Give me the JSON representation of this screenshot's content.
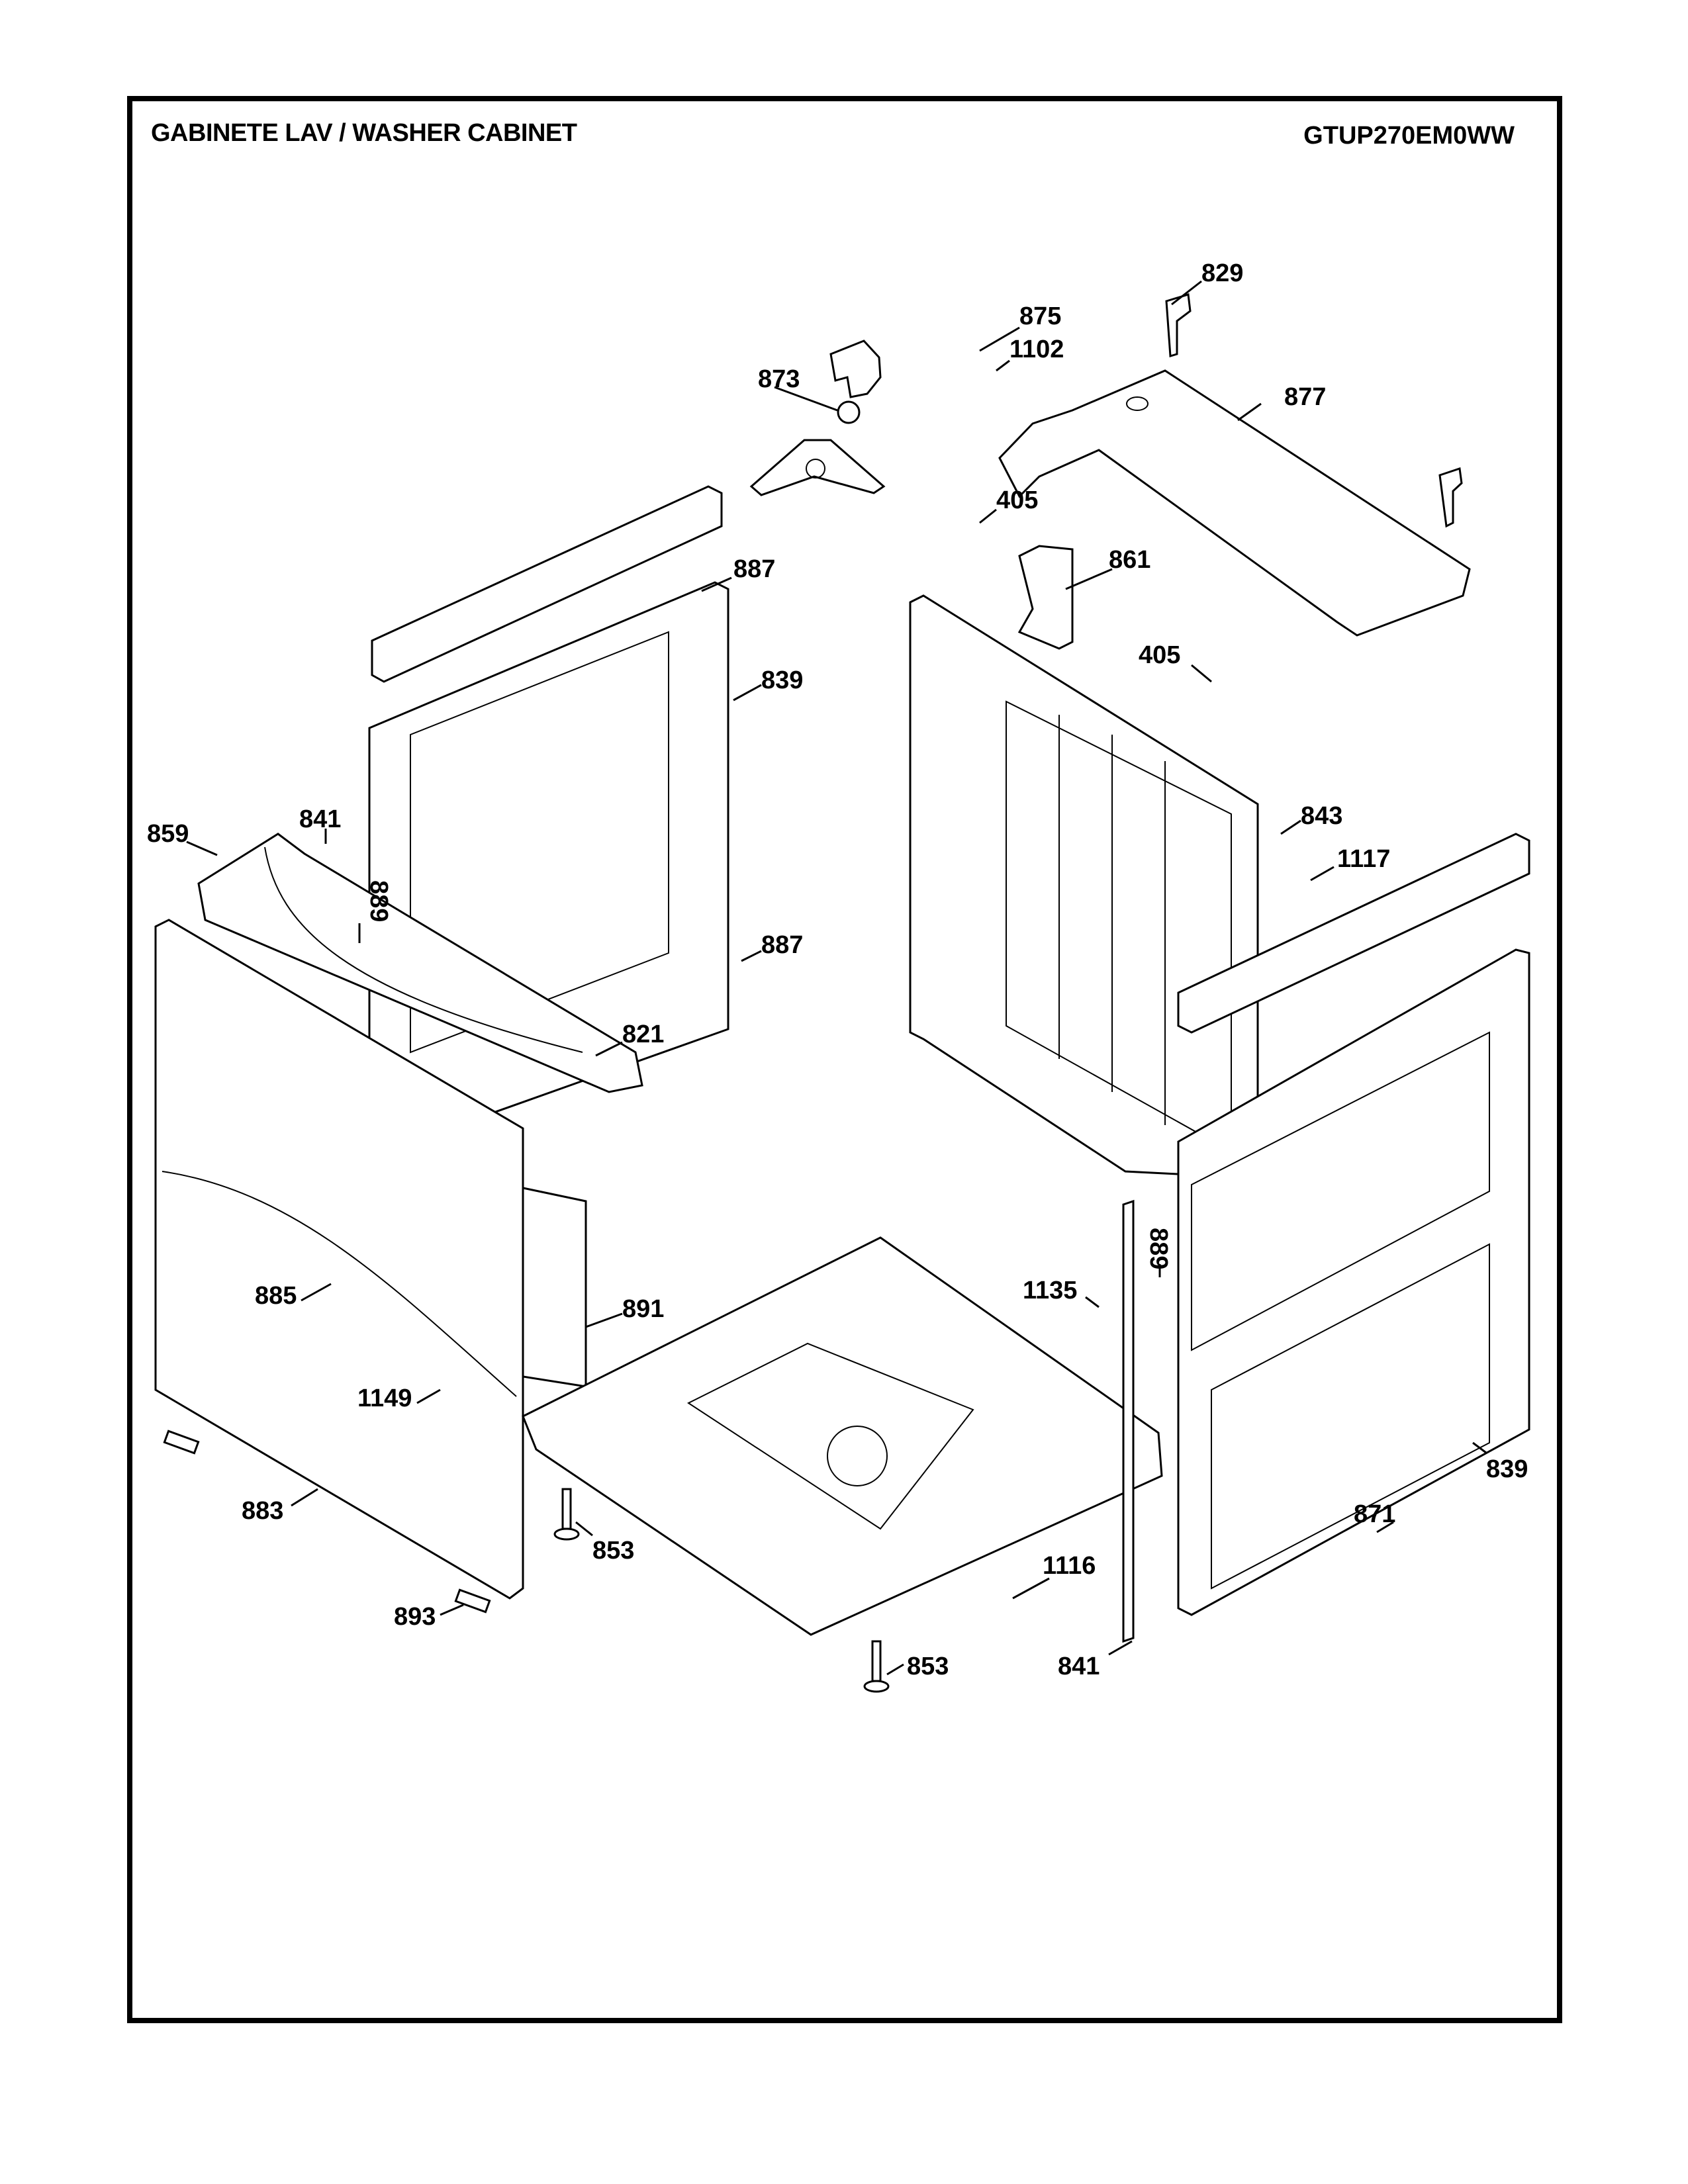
{
  "header": {
    "title": "GABINETE LAV / WASHER CABINET",
    "model": "GTUP270EM0WW"
  },
  "callouts": [
    {
      "id": "829",
      "text": "829"
    },
    {
      "id": "875",
      "text": "875"
    },
    {
      "id": "1102",
      "text": "1102"
    },
    {
      "id": "873",
      "text": "873"
    },
    {
      "id": "877",
      "text": "877"
    },
    {
      "id": "405a",
      "text": "405"
    },
    {
      "id": "861",
      "text": "861"
    },
    {
      "id": "887a",
      "text": "887"
    },
    {
      "id": "839a",
      "text": "839"
    },
    {
      "id": "405b",
      "text": "405"
    },
    {
      "id": "843",
      "text": "843"
    },
    {
      "id": "1117",
      "text": "1117"
    },
    {
      "id": "859",
      "text": "859"
    },
    {
      "id": "841a",
      "text": "841"
    },
    {
      "id": "889a",
      "text": "889"
    },
    {
      "id": "887b",
      "text": "887"
    },
    {
      "id": "821",
      "text": "821"
    },
    {
      "id": "885",
      "text": "885"
    },
    {
      "id": "891",
      "text": "891"
    },
    {
      "id": "1135",
      "text": "1135"
    },
    {
      "id": "889b",
      "text": "889"
    },
    {
      "id": "1149",
      "text": "1149"
    },
    {
      "id": "883",
      "text": "883"
    },
    {
      "id": "853a",
      "text": "853"
    },
    {
      "id": "893",
      "text": "893"
    },
    {
      "id": "1116",
      "text": "1116"
    },
    {
      "id": "839b",
      "text": "839"
    },
    {
      "id": "871",
      "text": "871"
    },
    {
      "id": "841b",
      "text": "841"
    },
    {
      "id": "853b",
      "text": "853"
    }
  ]
}
